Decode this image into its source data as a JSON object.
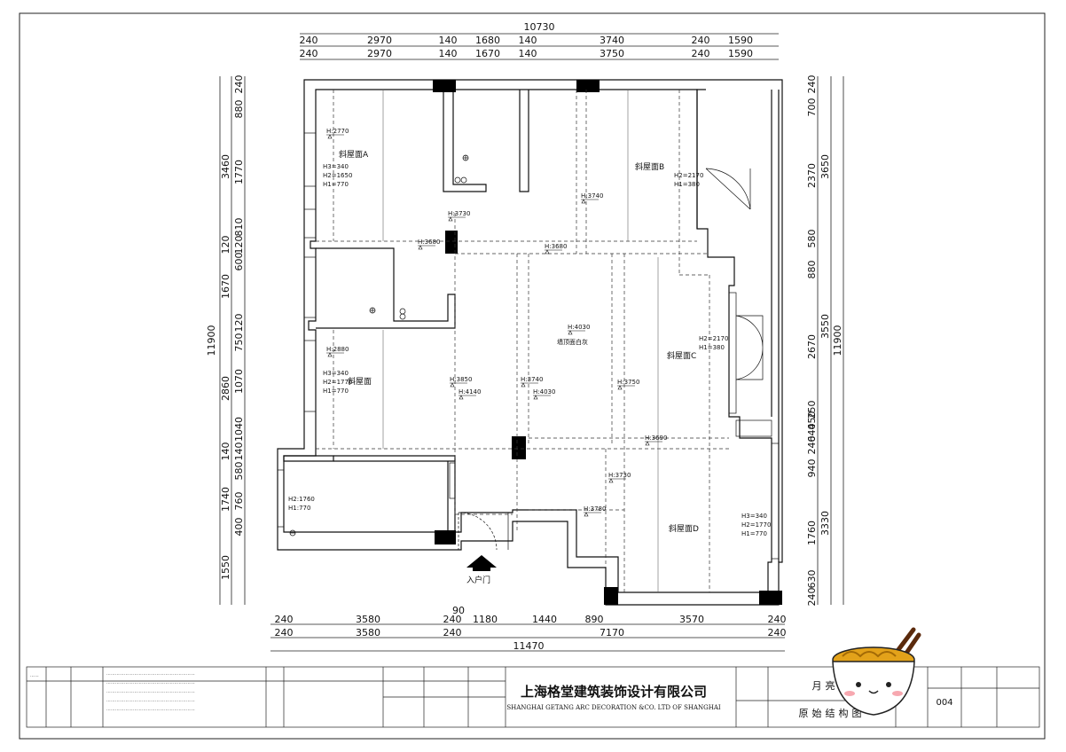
{
  "top_dims": {
    "total": "10730",
    "row1": [
      "240",
      "2970",
      "140",
      "1680",
      "140",
      "3740",
      "240",
      "1590"
    ],
    "row2": [
      "240",
      "2970",
      "140",
      "1670",
      "140",
      "3750",
      "240",
      "1590"
    ]
  },
  "bottom_dims": {
    "row1": [
      "240",
      "3580",
      "240",
      "90",
      "1180",
      "1440",
      "890",
      "3570",
      "240"
    ],
    "row2": [
      "240",
      "3580",
      "240",
      "7170",
      "240"
    ],
    "total": "11470"
  },
  "left_dims": {
    "total": "11900",
    "outer": [
      "3460",
      "120",
      "1670",
      "2860",
      "140",
      "1740",
      "1550"
    ],
    "inner": [
      "240",
      "880",
      "1770",
      "810",
      "120",
      "600",
      "120",
      "750",
      "1070",
      "1040",
      "140",
      "580",
      "760",
      "400"
    ]
  },
  "right_dims": {
    "total": "11900",
    "inner": [
      "240",
      "700",
      "2370",
      "580",
      "880",
      "2670",
      "250",
      "450",
      "640",
      "240",
      "940",
      "1760",
      "630",
      "240"
    ],
    "outer": [
      "3650",
      "3550",
      "3330"
    ]
  },
  "rooms": {
    "a_name": "斜屋面A",
    "a_h3": "H3=340",
    "a_h2": "H2=1650",
    "a_h1": "H1=770",
    "b_name": "斜屋面B",
    "b_h2": "H2=2170",
    "b_h1": "H1=380",
    "c_name": "斜屋面C",
    "c_h2": "H2=2170",
    "c_h1": "H1=380",
    "d_name": "斜屋面D",
    "d_h3": "H3=340",
    "d_h2": "H2=1770",
    "d_h1": "H1=770",
    "e_name": "斜屋面",
    "e_h3": "H3=340",
    "e_h2": "H2=1770",
    "e_h1": "H1=770",
    "s_h2": "H2:1760",
    "s_h1": "H1:770",
    "ceiling": "墙顶面白灰",
    "entrance": "入户门"
  },
  "heights": [
    "H:2770",
    "H:3730",
    "H:3680",
    "H:3680",
    "H:3740",
    "H:4030",
    "H:2880",
    "H:3850",
    "H:4140",
    "H:3740",
    "H:4030",
    "H:3750",
    "H:3690",
    "H:3730",
    "H:3780"
  ],
  "title_block": {
    "company_cn": "上海格堂建筑装饰设计有限公司",
    "company_en": "SHANGHAI GETANG ARC DECORATION  &CO. LTD OF SHANGHAI",
    "project": "月亮湾",
    "drawing": "原始结构图",
    "sheet_no": "004"
  }
}
